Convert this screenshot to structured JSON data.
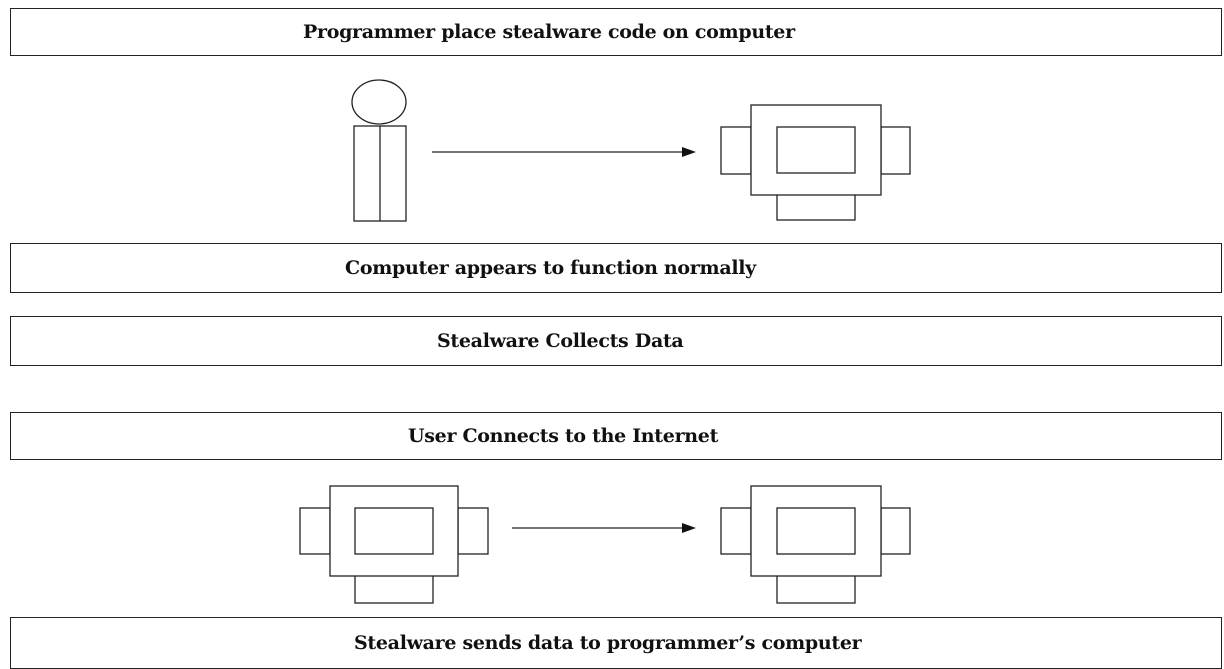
{
  "steps": [
    {
      "label": "Programmer place stealware code on computer"
    },
    {
      "label": "Computer appears to function normally"
    },
    {
      "label": "Stealware Collects Data"
    },
    {
      "label": "User Connects to the Internet"
    },
    {
      "label": "Stealware sends data to programmer’s computer"
    }
  ],
  "icons": {
    "programmer": "person-icon",
    "computer": "computer-icon",
    "arrow": "right-arrow-icon"
  },
  "colors": {
    "line": "#222222",
    "background": "#ffffff"
  }
}
